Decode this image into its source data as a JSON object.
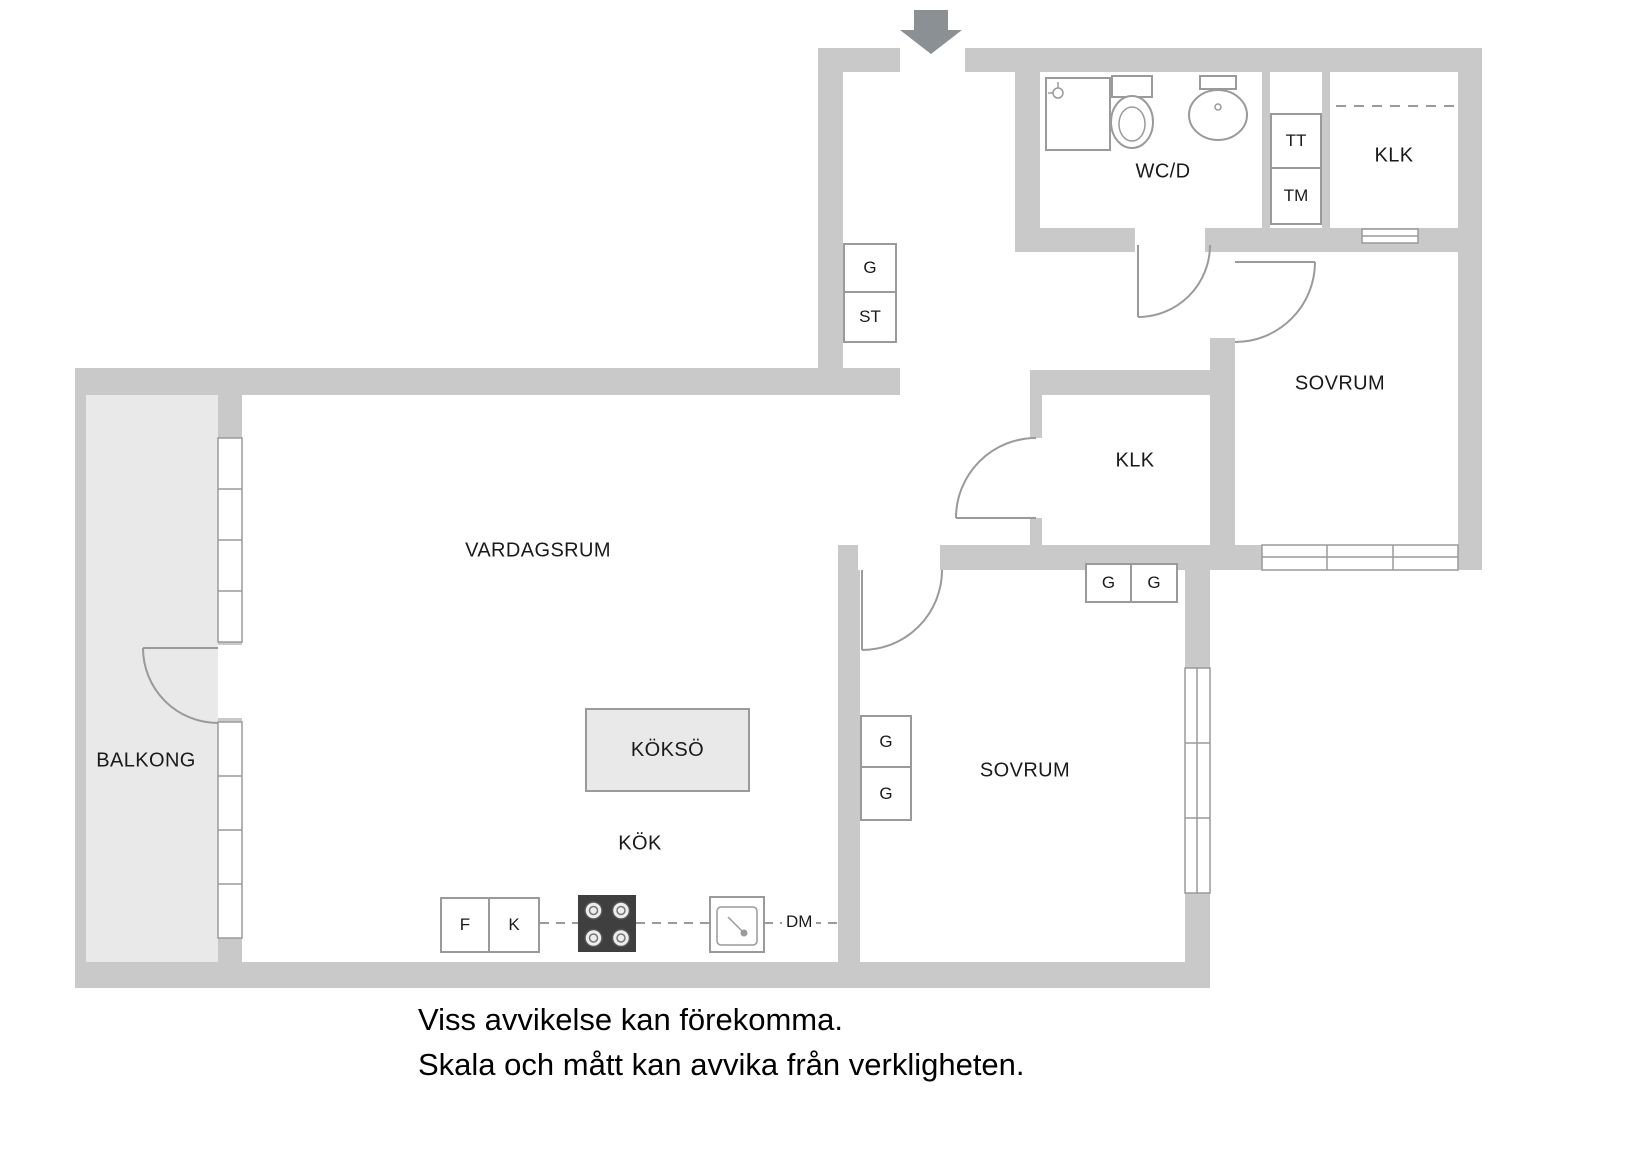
{
  "colors": {
    "wall": "#c9c9c9",
    "outline": "#9a9a9a",
    "balcony": "#e9e9e9",
    "stove": "#3f3f3f",
    "arrow": "#8b9095",
    "text": "#1a1a1a"
  },
  "rooms": {
    "vardagsrum": "VARDAGSRUM",
    "balkong": "BALKONG",
    "kok": "KÖK",
    "kokso": "KÖKSÖ",
    "sovrum_bottom": "SOVRUM",
    "sovrum_right": "SOVRUM",
    "klk_mid": "KLK",
    "klk_top": "KLK",
    "wcd": "WC/D"
  },
  "closets": {
    "g_hall": "G",
    "st_hall": "ST",
    "tt": "TT",
    "tm": "TM",
    "g_top_1": "G",
    "g_top_2": "G",
    "g_left_1": "G",
    "g_left_2": "G"
  },
  "appliances": {
    "f": "F",
    "k": "K",
    "dm": "DM"
  },
  "disclaimer": {
    "line1": "Viss avvikelse kan förekomma.",
    "line2": "Skala och mått kan avvika från verkligheten."
  }
}
